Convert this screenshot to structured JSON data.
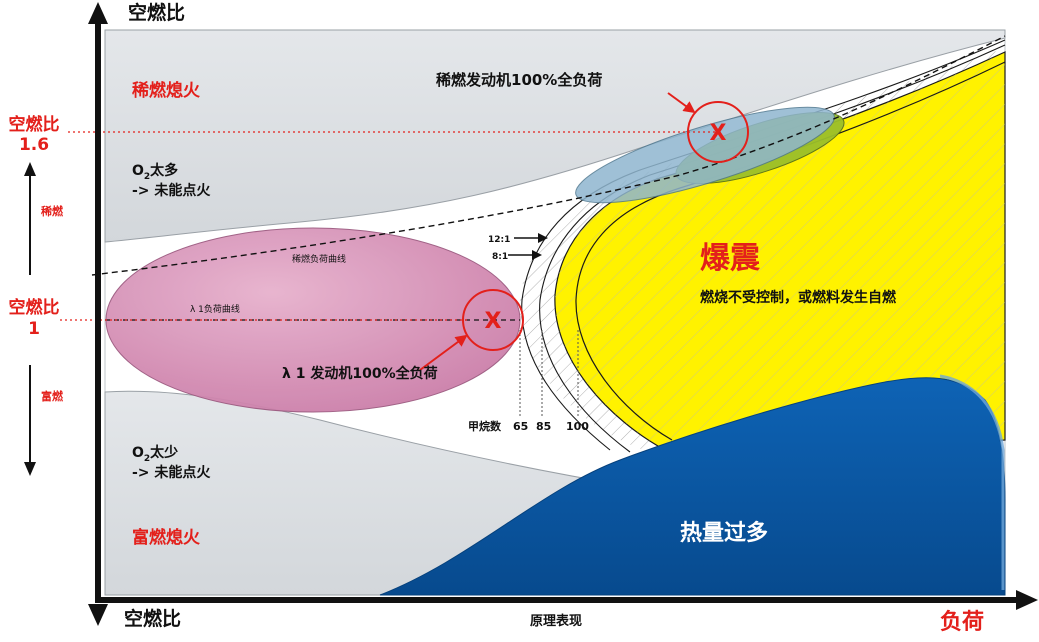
{
  "axes": {
    "y_label_top": "空燃比",
    "y_label_bottom": "空燃比",
    "x_label_right": "负荷",
    "x_caption": "原理表现"
  },
  "left_markers": {
    "lean_ratio_label": "空燃比",
    "lean_ratio_value": "1.6",
    "stoich_label": "空燃比",
    "stoich_value": "1",
    "lean_word": "稀燃",
    "rich_word": "富燃"
  },
  "regions": {
    "lean_misfire": "稀燃熄火",
    "o2_high_prefix": "O",
    "o2_high_sub": "2",
    "o2_high_suffix": "太多",
    "o2_high_line2": "-> 未能点火",
    "o2_low_prefix": "O",
    "o2_low_sub": "2",
    "o2_low_suffix": "太少",
    "o2_low_line2": "-> 未能点火",
    "rich_misfire": "富燃熄火",
    "knock_title": "爆震",
    "knock_desc": "燃烧不受控制，或燃料发生自燃",
    "heat_excess": "热量过多"
  },
  "annotations": {
    "lean_full_load": "稀燃发动机100%全负荷",
    "lambda_full_load": "λ 1 发动机100%全负荷",
    "lean_load_curve": "稀燃负荷曲线",
    "lambda_load_curve": "λ 1负荷曲线",
    "x_mark": "X",
    "ratio_12": "12:1",
    "ratio_8": "8:1",
    "methane_label": "甲烷数",
    "methane_65": "65",
    "methane_85": "85",
    "methane_100": "100"
  },
  "colors": {
    "gray_region": "#dcdfe2",
    "knock_yellow": "#fff200",
    "heat_blue": "#0b57a4",
    "pink_ellipse": "#cf8bb0",
    "blue_ellipse": "#8fb6cf",
    "green_ellipse": "#9bbf2a",
    "accent_red": "#e3201b"
  }
}
